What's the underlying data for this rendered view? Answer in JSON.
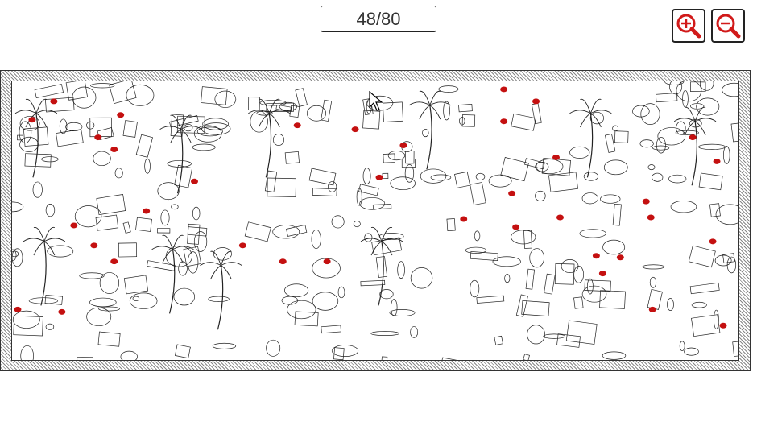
{
  "counter": {
    "found": 48,
    "total": 80,
    "label": "48/80"
  },
  "toolbar": {
    "zoom_in_icon": "magnifier-plus-icon",
    "zoom_out_icon": "magnifier-minus-icon",
    "icon_color": "#d11a1a"
  },
  "scene": {
    "type": "hidden-object line-art island illustration",
    "marker_color": "#c41010"
  }
}
